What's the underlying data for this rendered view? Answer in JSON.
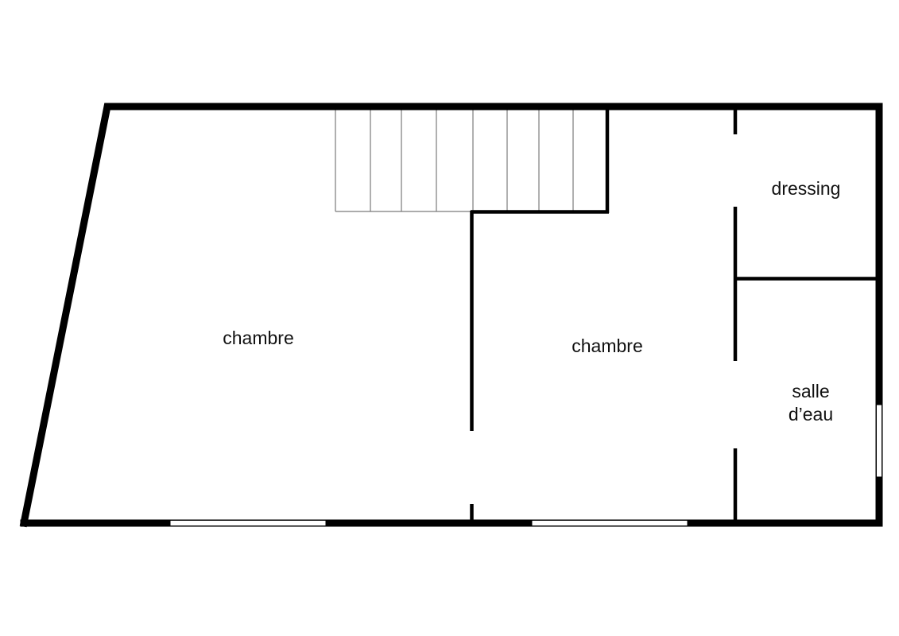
{
  "plan": {
    "colors": {
      "wall": "#000000",
      "window": "#ffffff",
      "stairs": "#7a7a7a",
      "background": "#ffffff"
    },
    "stair_treads": 8,
    "rooms": {
      "chambre_1": "chambre",
      "chambre_2": "chambre",
      "dressing": "dressing",
      "salle_deau_line1": "salle",
      "salle_deau_line2": "d’eau"
    }
  }
}
